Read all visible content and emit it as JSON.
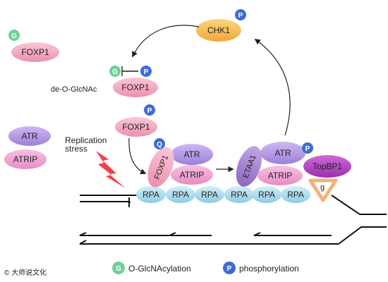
{
  "labels": {
    "foxp1": "FOXP1",
    "atr": "ATR",
    "atrip": "ATRIP",
    "chk1": "CHK1",
    "etaa1": "ETAA1",
    "topbp1": "TopBP1",
    "topbp1_sub": "g",
    "rpa": "RPA",
    "de_o_glcnac": "de-O-GlcNAc",
    "replication_stress_1": "Replication",
    "replication_stress_2": "stress"
  },
  "badges": {
    "g": "G",
    "p": "P",
    "q": "Q"
  },
  "legend": {
    "o_glcnacylation": "O-GlcNAcylation",
    "phosphorylation": "phosphorylation"
  },
  "watermark": "© 大师说文化",
  "colors": {
    "foxp1_pink": "#f4a6c1",
    "atr_purple": "#b197e0",
    "atrip_pink": "#f2a0d0",
    "etaa1_purple": "#a07bcf",
    "topbp1_violet": "#b03fbf",
    "chk1_yellow": "#f6c04a",
    "rpa_blue": "#a9d8ec",
    "badge_green": "#6fcf97",
    "badge_blue": "#3f6bd8",
    "lightning_red": "#f0424a",
    "clamp_orange": "#f5b07a"
  }
}
